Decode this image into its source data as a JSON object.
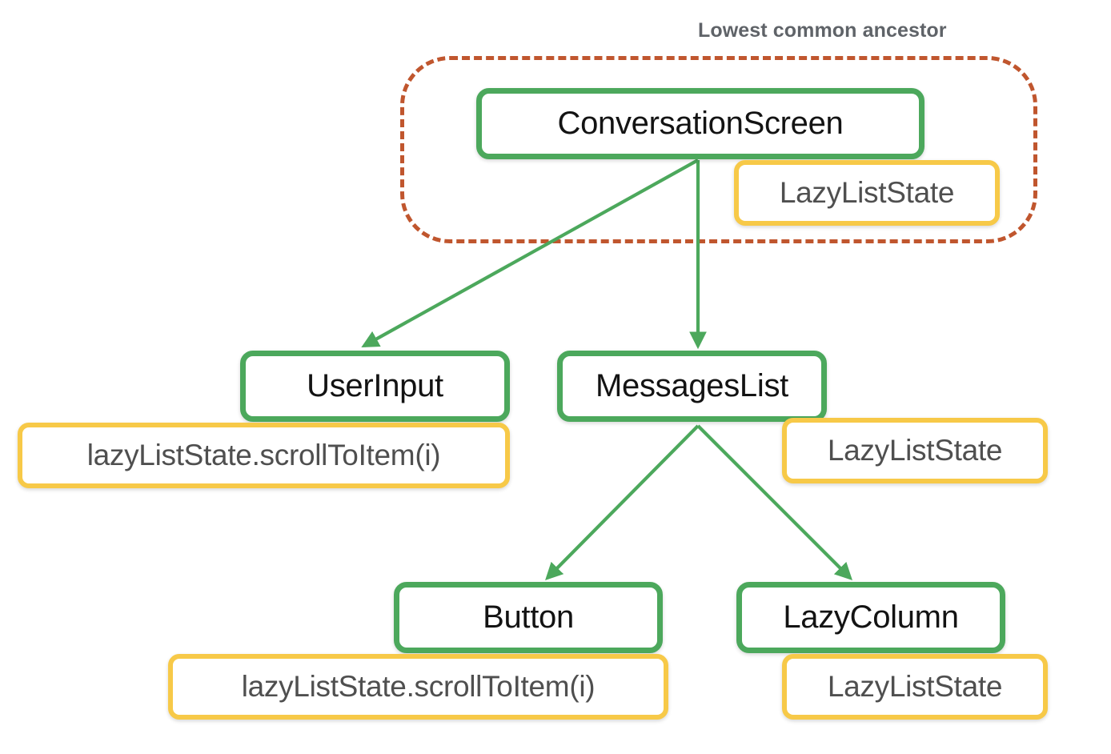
{
  "diagram": {
    "title_annotation": "Lowest common ancestor",
    "colors": {
      "node_border": "#4CA85C",
      "state_border": "#F7C948",
      "region_border": "#C0562E",
      "node_text": "#131313",
      "state_text": "#4F4F4F",
      "annotation_text": "#5F6368",
      "background": "#FFFFFF"
    },
    "nodes": [
      {
        "id": "conversation-screen",
        "label": "ConversationScreen",
        "type": "composable"
      },
      {
        "id": "user-input",
        "label": "UserInput",
        "type": "composable"
      },
      {
        "id": "messages-list",
        "label": "MessagesList",
        "type": "composable"
      },
      {
        "id": "button",
        "label": "Button",
        "type": "composable"
      },
      {
        "id": "lazy-column",
        "label": "LazyColumn",
        "type": "composable"
      }
    ],
    "state_labels": [
      {
        "id": "state-conversation-screen",
        "label": "LazyListState",
        "attached_to": "conversation-screen"
      },
      {
        "id": "state-user-input",
        "label": "lazyListState.scrollToItem(i)",
        "attached_to": "user-input"
      },
      {
        "id": "state-messages-list",
        "label": "LazyListState",
        "attached_to": "messages-list"
      },
      {
        "id": "state-button",
        "label": "lazyListState.scrollToItem(i)",
        "attached_to": "button"
      },
      {
        "id": "state-lazy-column",
        "label": "LazyListState",
        "attached_to": "lazy-column"
      }
    ],
    "edges": [
      {
        "from": "conversation-screen",
        "to": "user-input"
      },
      {
        "from": "conversation-screen",
        "to": "messages-list"
      },
      {
        "from": "messages-list",
        "to": "button"
      },
      {
        "from": "messages-list",
        "to": "lazy-column"
      }
    ],
    "region": {
      "id": "lowest-common-ancestor-region",
      "label": "Lowest common ancestor",
      "contains": [
        "conversation-screen",
        "state-conversation-screen"
      ]
    }
  }
}
